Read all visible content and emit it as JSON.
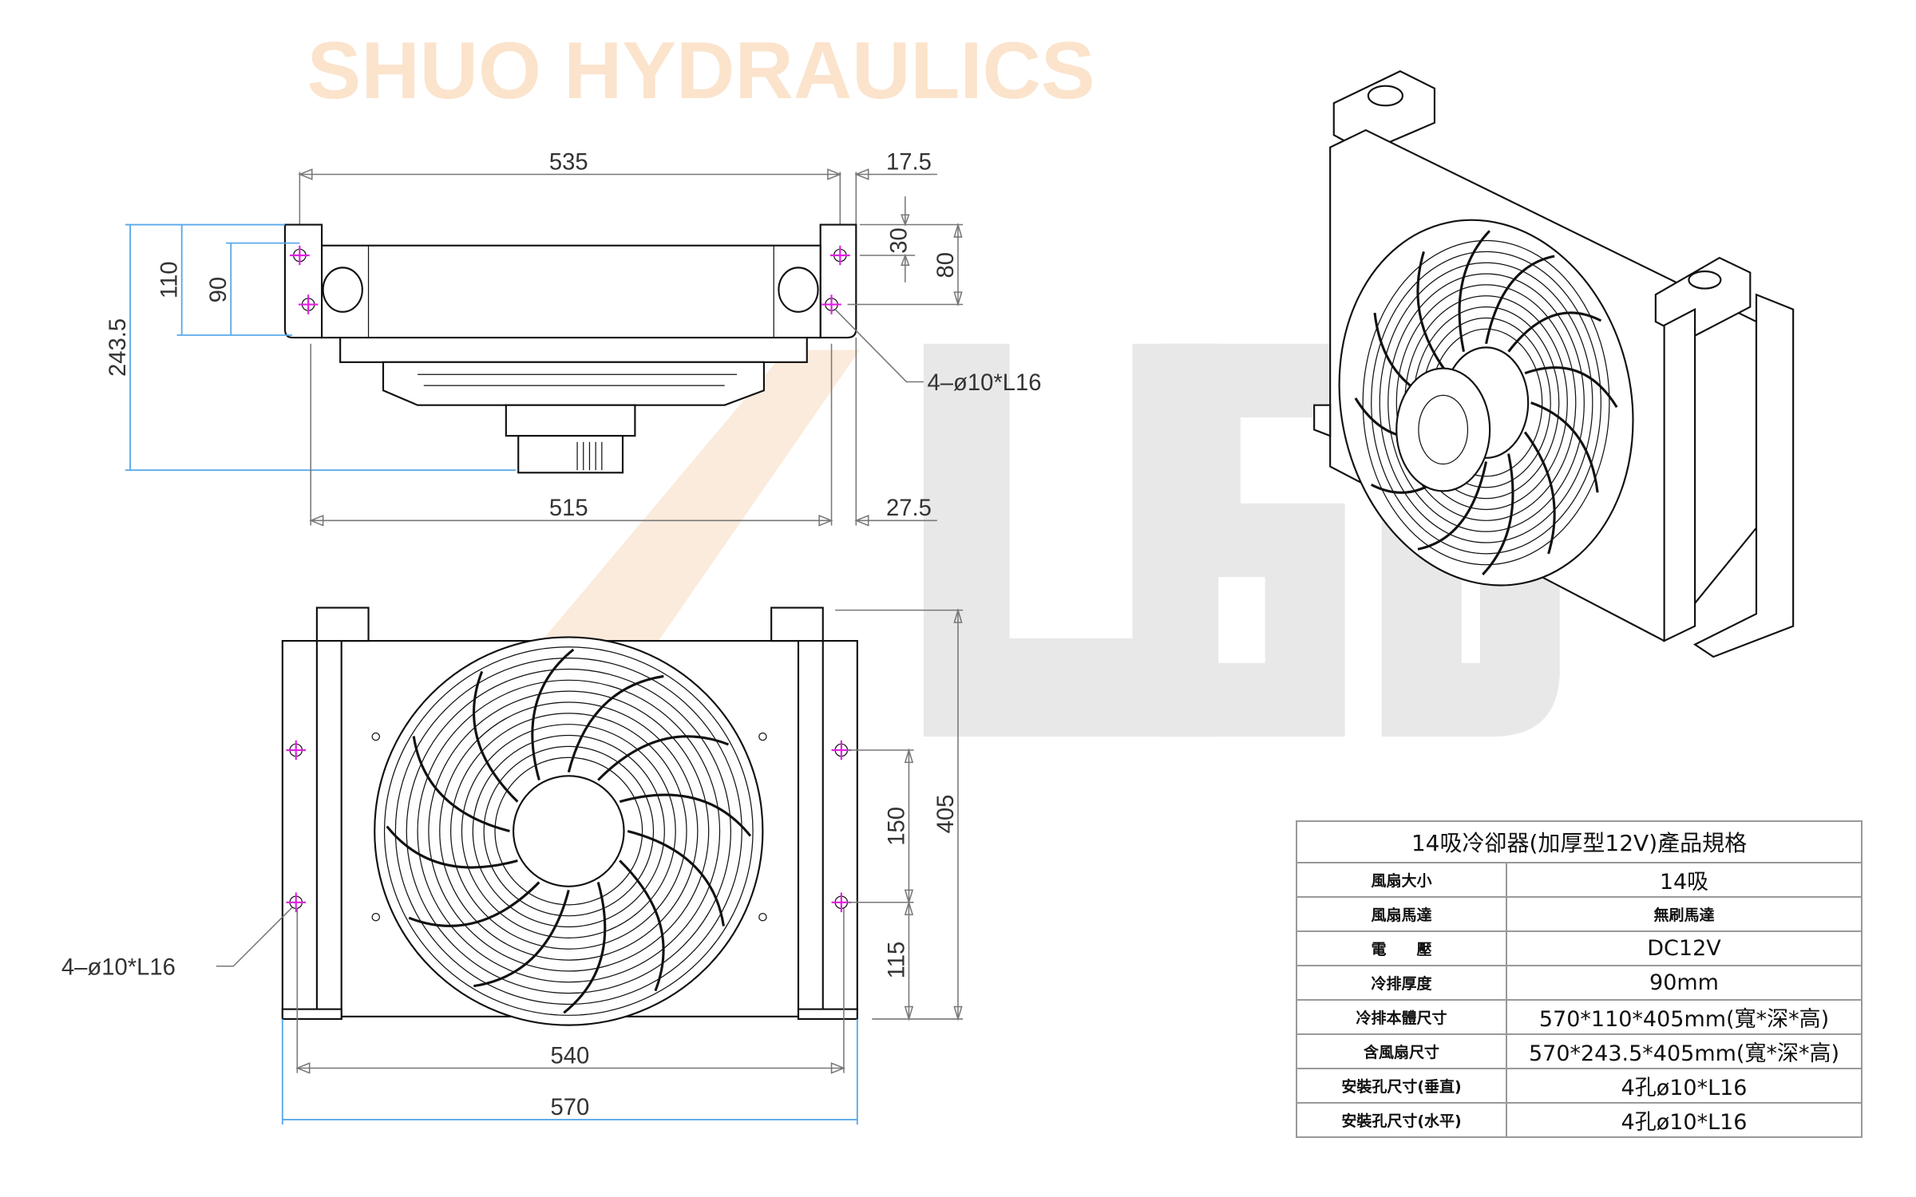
{
  "watermark": {
    "logo_letters": "AUSD",
    "company": "SHUO HYDRAULICS",
    "gray": "#e3e3e3",
    "orange": "#fbe3cc"
  },
  "top_view": {
    "dims": {
      "width_535": "535",
      "offset_17_5": "17.5",
      "width_515": "515",
      "offset_27_5": "27.5",
      "depth_243_5": "243.5",
      "depth_110": "110",
      "depth_90": "90",
      "hole_30": "30",
      "hole_80": "80"
    },
    "hole_callout": "4–ø10*L16"
  },
  "front_view": {
    "dims": {
      "height_405": "405",
      "hole_150": "150",
      "hole_115": "115",
      "width_540": "540",
      "width_570": "570"
    },
    "hole_callout": "4–ø10*L16"
  },
  "spec_table": {
    "title": "14吸冷卻器(加厚型12V)產品規格",
    "rows": [
      {
        "label": "風扇大小",
        "value": "14吸"
      },
      {
        "label": "風扇馬達",
        "value": "無刷馬達"
      },
      {
        "label": "電　　壓",
        "value": "DC12V"
      },
      {
        "label": "冷排厚度",
        "value": "90mm"
      },
      {
        "label": "冷排本體尺寸",
        "value": "570*110*405mm(寬*深*高)"
      },
      {
        "label": "含風扇尺寸",
        "value": "570*243.5*405mm(寬*深*高)"
      },
      {
        "label": "安裝孔尺寸(垂直)",
        "value": "4孔ø10*L16"
      },
      {
        "label": "安裝孔尺寸(水平)",
        "value": "4孔ø10*L16"
      }
    ]
  }
}
